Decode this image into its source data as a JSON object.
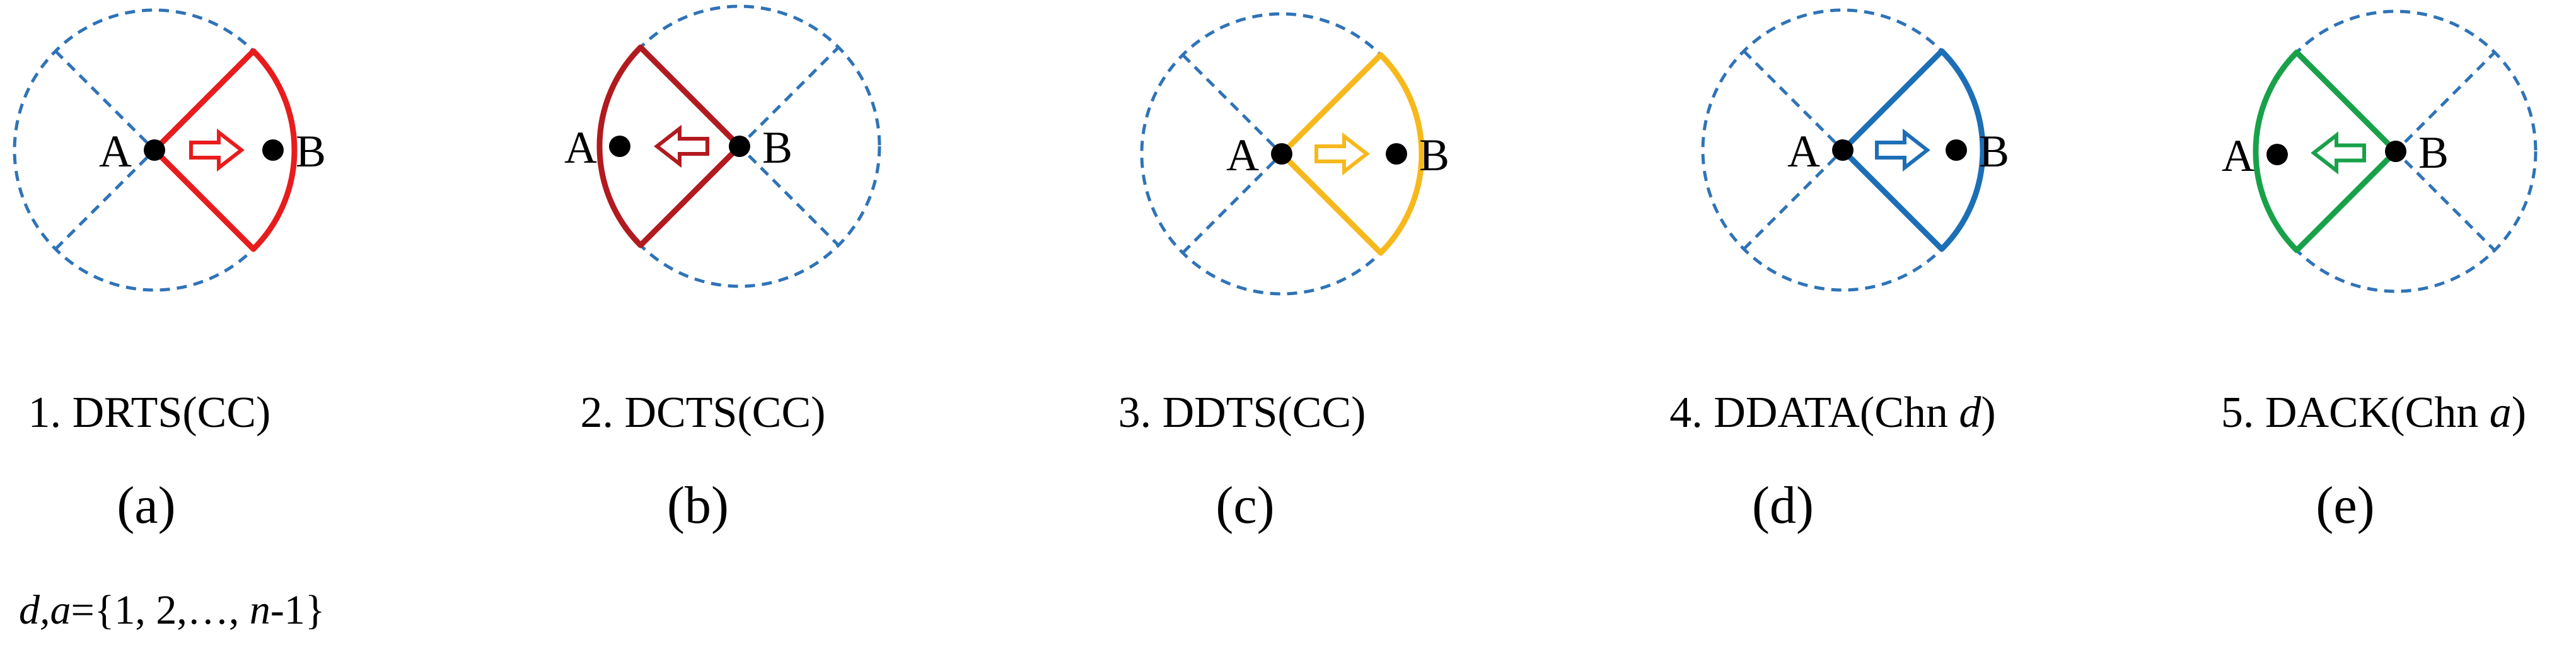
{
  "panels": [
    {
      "id": "a",
      "point_a": "A",
      "point_b": "B",
      "caption_prefix": "1. DRTS(CC)",
      "caption_var": "",
      "caption_suffix": "",
      "sublabel": "(a)",
      "color": "#e81c1c",
      "direction": "right",
      "sector_side": "right"
    },
    {
      "id": "b",
      "point_a": "A",
      "point_b": "B",
      "caption_prefix": "2. DCTS(CC)",
      "caption_var": "",
      "caption_suffix": "",
      "sublabel": "(b)",
      "color": "#b11a1f",
      "direction": "left",
      "sector_side": "left"
    },
    {
      "id": "c",
      "point_a": "A",
      "point_b": "B",
      "caption_prefix": "3. DDTS(CC)",
      "caption_var": "",
      "caption_suffix": "",
      "sublabel": "(c)",
      "color": "#f7b81c",
      "direction": "right",
      "sector_side": "right"
    },
    {
      "id": "d",
      "point_a": "A",
      "point_b": "B",
      "caption_prefix": "4. DDATA(Chn ",
      "caption_var": "d",
      "caption_suffix": ")",
      "sublabel": "(d)",
      "color": "#1c6fb6",
      "direction": "right",
      "sector_side": "right"
    },
    {
      "id": "e",
      "point_a": "A",
      "point_b": "B",
      "caption_prefix": "5. DACK(Chn ",
      "caption_var": "a",
      "caption_suffix": ")",
      "sublabel": "(e)",
      "color": "#19a14a",
      "direction": "left",
      "sector_side": "left"
    }
  ],
  "range_circle_color": "#2f73b7",
  "footnote": {
    "var1": "d",
    "sep": ",",
    "var2": "a",
    "mid": "={1, 2,…, ",
    "var3": "n",
    "end": "-1}"
  }
}
